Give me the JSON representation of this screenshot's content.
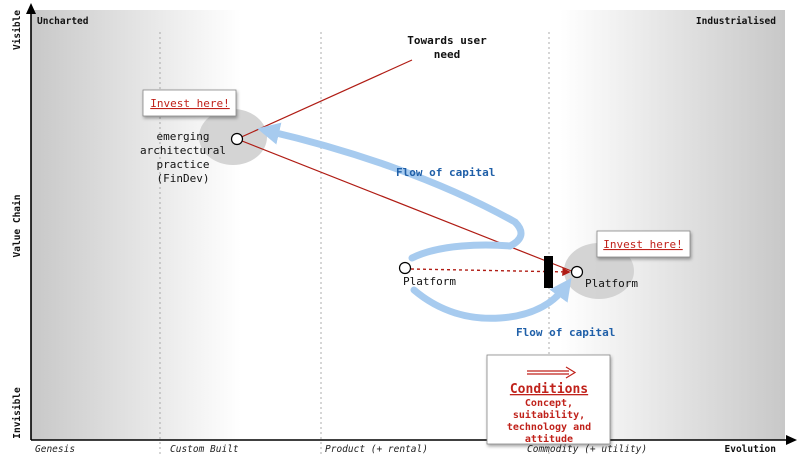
{
  "map": {
    "corner_left": "Uncharted",
    "corner_right": "Industrialised",
    "y_axis": {
      "top": "Visible",
      "middle": "Value Chain",
      "bottom": "Invisible"
    },
    "x_axis": {
      "stages": [
        "Genesis",
        "Custom Built",
        "Product (+ rental)",
        "Commodity (+ utility)"
      ],
      "title": "Evolution"
    }
  },
  "user_need": {
    "line1": "Towards user",
    "line2": "need"
  },
  "components": {
    "finDev": {
      "lines": [
        "emerging",
        "architectural",
        "practice",
        "(FinDev)"
      ]
    },
    "platform_product": "Platform",
    "platform_commodity": "Platform"
  },
  "annotations": {
    "invest_here_1": "Invest here!",
    "invest_here_2": "Invest here!",
    "flow_of_capital_1": "Flow of capital",
    "flow_of_capital_2": "Flow of capital"
  },
  "conditions": {
    "title": "Conditions",
    "details": [
      "Concept,",
      "suitability,",
      "technology and",
      "attitude"
    ]
  },
  "colors": {
    "relationship_line": "#b01c14",
    "flow_arrow": "#a7cbef",
    "flow_text": "#1f5fa8",
    "invest_text": "#c0221b",
    "inertia_bar": "#000000"
  }
}
